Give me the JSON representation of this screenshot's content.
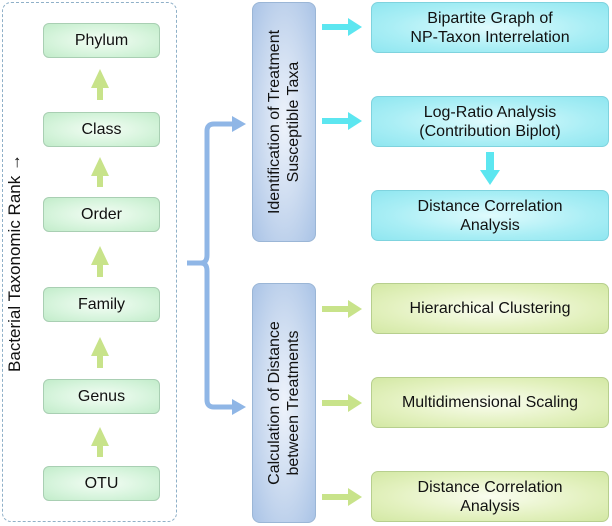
{
  "taxonomy": {
    "axis_label": "Bacterial Taxonomic Rank →",
    "ranks": [
      "Phylum",
      "Class",
      "Order",
      "Family",
      "Genus",
      "OTU"
    ]
  },
  "branches": {
    "identification": {
      "line1": "Identification of Treatment",
      "line2": "Susceptible Taxa"
    },
    "calculation": {
      "line1": "Calculation of Distance",
      "line2": "between Treatments"
    }
  },
  "identification_outputs": [
    {
      "line1": "Bipartite Graph of",
      "line2": "NP-Taxon Interrelation"
    },
    {
      "line1": "Log-Ratio Analysis",
      "line2": "(Contribution Biplot)"
    },
    {
      "line1": "Distance Correlation",
      "line2": "Analysis"
    }
  ],
  "calculation_outputs": [
    {
      "line1": "Hierarchical Clustering"
    },
    {
      "line1": "Multidimensional Scaling"
    },
    {
      "line1": "Distance Correlation",
      "line2": "Analysis"
    }
  ],
  "colors": {
    "green_arrow": "#c8e38a",
    "blue_bracket": "#8fb6e6",
    "cyan_arrow": "#5ce6f0",
    "lime_arrow": "#c8e38a"
  }
}
